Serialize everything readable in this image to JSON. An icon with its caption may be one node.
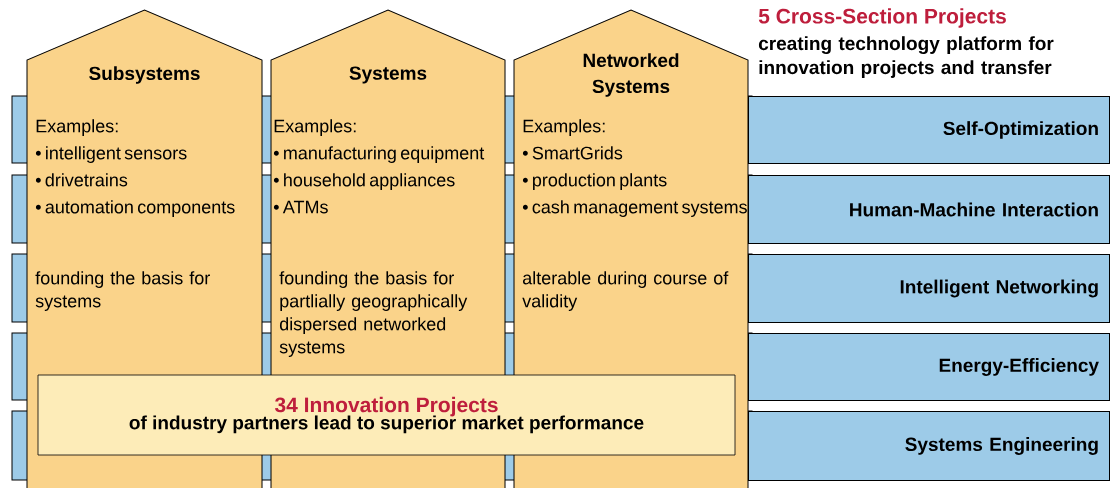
{
  "diagram": {
    "nodes": [
      {
        "text": [
          "Subsystems",
          "Examples:",
          "• intelligent sensors",
          "• drivetrains",
          "• automation components",
          "founding the basis for systems"
        ]
      },
      {
        "text": [
          "Systems",
          "Examples:",
          "• manufacturing equipment",
          "• household appliances",
          "• ATMs",
          "founding the basis for partlially geographically dispersed networked systems"
        ]
      },
      {
        "text": [
          "Networked Systems",
          "Examples:",
          "• SmartGrids",
          "• production plants",
          "• cash management systems",
          "alterable during course of validity"
        ]
      },
      {
        "text": [
          "Self-Optimization"
        ]
      },
      {
        "text": [
          "Human-Machine Interaction"
        ]
      },
      {
        "text": [
          "Intelligent Networking"
        ]
      },
      {
        "text": [
          "Energy-Efficiency"
        ]
      },
      {
        "text": [
          "Systems Engineering"
        ]
      },
      {
        "text": [
          "34 Innovation Projects",
          "of industry partners lead to superior market performance"
        ]
      }
    ],
    "labels": [
      "5 Cross-Section Projects",
      "creating technology platform for innovation projects and transfer"
    ]
  }
}
